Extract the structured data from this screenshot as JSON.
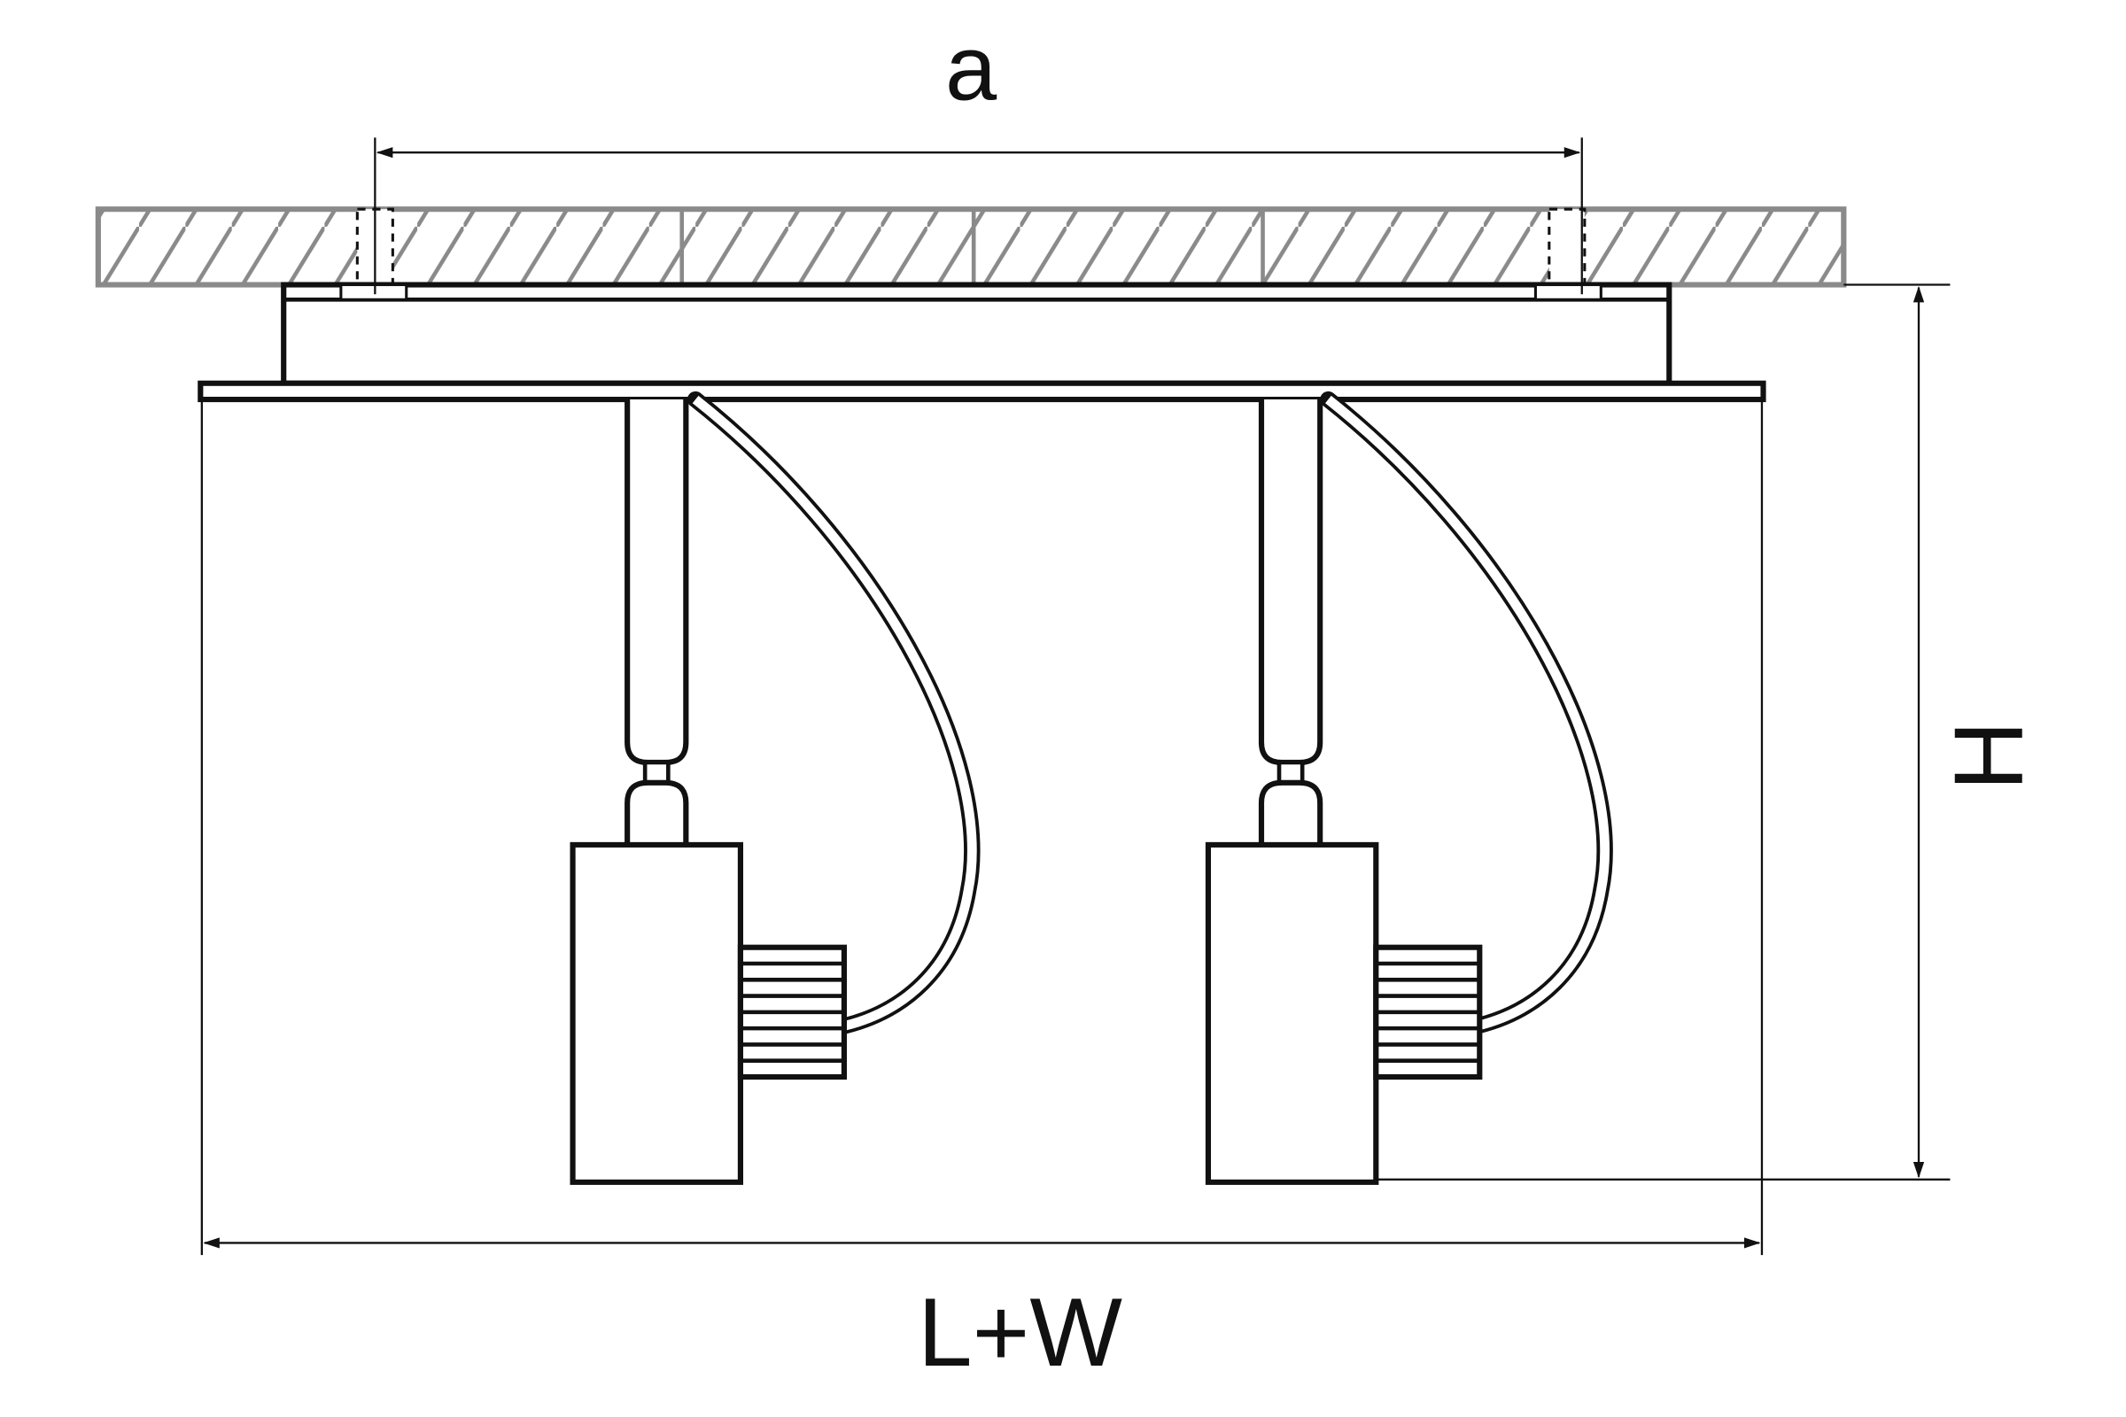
{
  "dimensions": {
    "a_label": "a",
    "h_label": "H",
    "lw_label": "L+W"
  },
  "colors": {
    "line": "#111111",
    "ceiling": "#8a8a8a",
    "background": "#ffffff"
  }
}
